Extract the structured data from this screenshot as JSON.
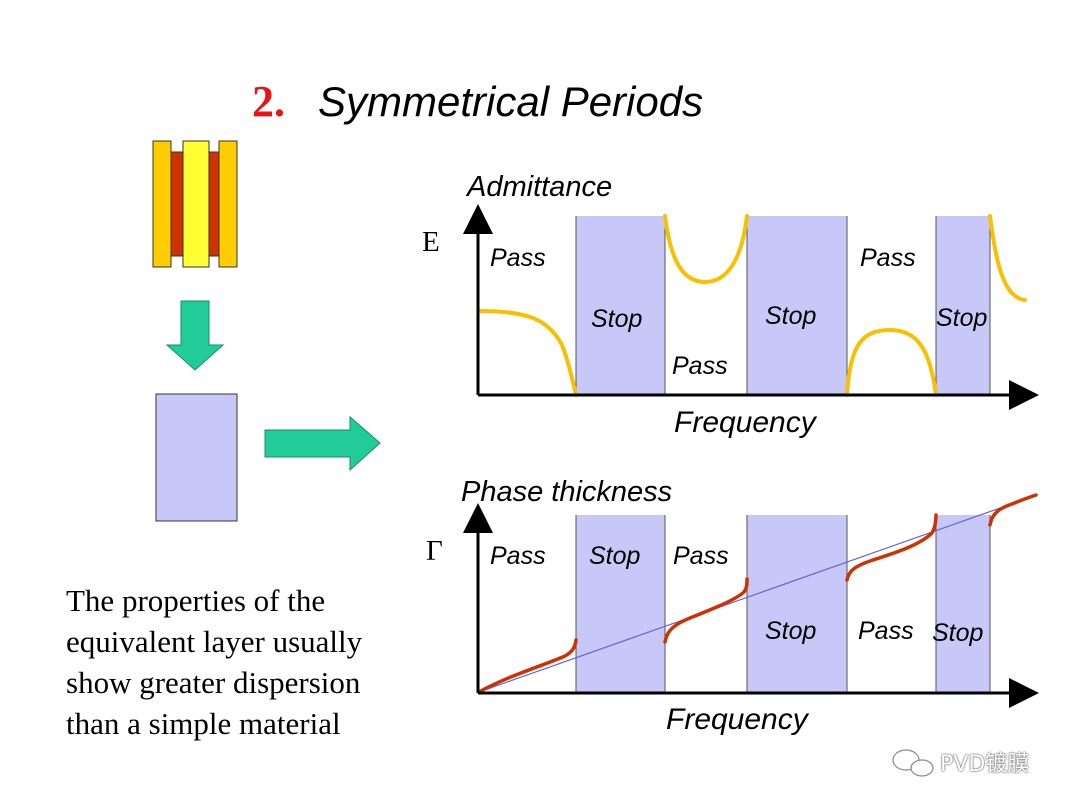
{
  "title": {
    "number": "2.",
    "text": "Symmetrical Periods"
  },
  "description": {
    "lines": [
      "The properties of the",
      "equivalent layer usually",
      "show greater dispersion",
      "than a simple material"
    ]
  },
  "admittance_plot": {
    "title": "Admittance",
    "symbol": "E",
    "xlabel": "Frequency",
    "band_labels": [
      "Pass",
      "Stop",
      "Pass",
      "Stop",
      "Pass",
      "Stop"
    ]
  },
  "phase_plot": {
    "title": "Phase thickness",
    "symbol": "Γ",
    "xlabel": "Frequency",
    "band_labels": [
      "Pass",
      "Stop",
      "Pass",
      "Stop",
      "Pass",
      "Stop"
    ]
  },
  "colors": {
    "title_number": "#ee1111",
    "stop_band": "#c8c8f8",
    "admittance_curve": "#f8c000",
    "phase_curve": "#cc3300",
    "reference_line": "#6666dd",
    "arrow": "#22cc99",
    "layer_outer": "#ffcc00",
    "layer_inner": "#cc3300",
    "layer_center": "#ffff33",
    "equivalent_layer": "#c8c8f8"
  },
  "watermark": "PVD镀膜"
}
